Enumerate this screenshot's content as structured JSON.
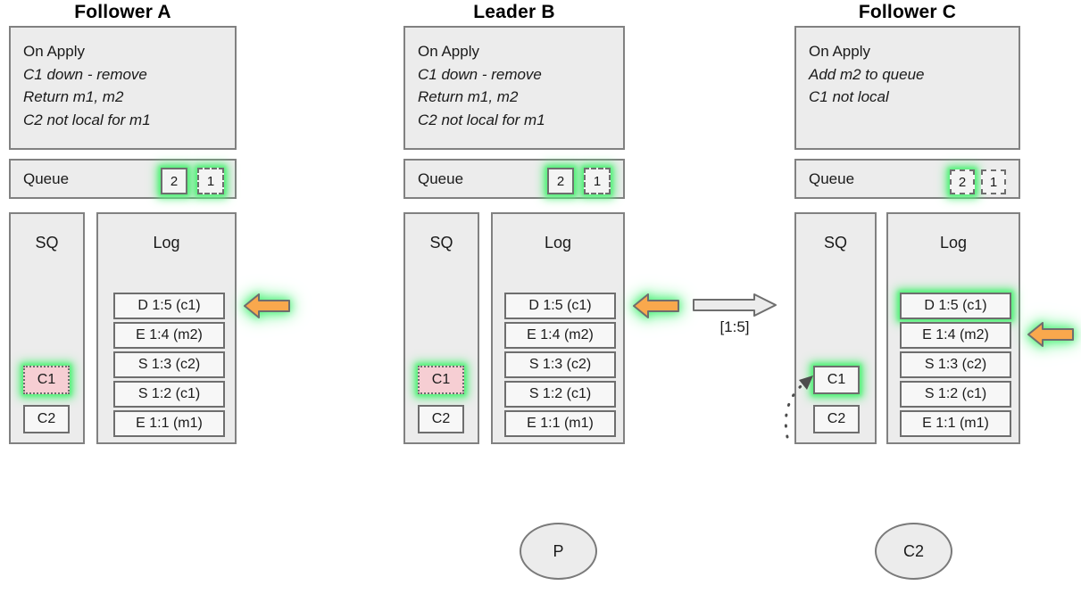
{
  "diagram": {
    "title_hidden": "",
    "edge_label": "[1:5]",
    "colors": {
      "panel_fill": "#ececec",
      "panel_border": "#818181",
      "entry_fill": "#f7f7f7",
      "entry_border": "#6e6e6e",
      "highlight_glow": "#55f07a",
      "pending_fill": "#f6ced3",
      "arrow_orange": "#f9a84d",
      "arrow_outline": "#6e6e6e",
      "arrow_white_fill": "#ececec"
    }
  },
  "columns": [
    {
      "id": "follower-a",
      "title": "Follower A",
      "apply": {
        "heading": "On Apply",
        "lines": [
          "C1 down - remove",
          "Return m1, m2",
          "C2 not local for m1"
        ]
      },
      "queue": {
        "label": "Queue",
        "items": [
          {
            "value": "2",
            "style": "solid",
            "glow": true
          },
          {
            "value": "1",
            "style": "dashed",
            "glow": true
          }
        ]
      },
      "sq": {
        "header": "SQ",
        "items": [
          {
            "value": "C1",
            "style": "pending",
            "glow": true
          },
          {
            "value": "C2",
            "style": "normal",
            "glow": false
          }
        ]
      },
      "log": {
        "header": "Log",
        "entries": [
          {
            "value": "D 1:5 (c1)",
            "glow": false
          },
          {
            "value": "E 1:4 (m2)",
            "glow": false
          },
          {
            "value": "S 1:3 (c2)",
            "glow": false
          },
          {
            "value": "S 1:2 (c1)",
            "glow": false
          },
          {
            "value": "E 1:1 (m1)",
            "glow": false
          }
        ]
      },
      "pointer": {
        "target": "D 1:5 (c1)",
        "color": "orange",
        "glow": true
      }
    },
    {
      "id": "leader-b",
      "title": "Leader B",
      "apply": {
        "heading": "On Apply",
        "lines": [
          "C1 down - remove",
          "Return m1, m2",
          "C2 not local for m1"
        ]
      },
      "queue": {
        "label": "Queue",
        "items": [
          {
            "value": "2",
            "style": "solid",
            "glow": true
          },
          {
            "value": "1",
            "style": "dashed",
            "glow": true
          }
        ]
      },
      "sq": {
        "header": "SQ",
        "items": [
          {
            "value": "C1",
            "style": "pending",
            "glow": true
          },
          {
            "value": "C2",
            "style": "normal",
            "glow": false
          }
        ]
      },
      "log": {
        "header": "Log",
        "entries": [
          {
            "value": "D 1:5 (c1)",
            "glow": false
          },
          {
            "value": "E 1:4 (m2)",
            "glow": false
          },
          {
            "value": "S 1:3 (c2)",
            "glow": false
          },
          {
            "value": "S 1:2 (c1)",
            "glow": false
          },
          {
            "value": "E 1:1 (m1)",
            "glow": false
          }
        ]
      },
      "pointer": {
        "target": "D 1:5 (c1)",
        "color": "orange",
        "glow": true
      }
    },
    {
      "id": "follower-c",
      "title": "Follower C",
      "apply": {
        "heading": "On Apply",
        "lines": [
          "Add m2 to queue",
          "C1 not local"
        ]
      },
      "queue": {
        "label": "Queue",
        "items": [
          {
            "value": "2",
            "style": "dashed",
            "glow": true
          },
          {
            "value": "1",
            "style": "dashed",
            "glow": false
          }
        ]
      },
      "sq": {
        "header": "SQ",
        "items": [
          {
            "value": "C1",
            "style": "normal",
            "glow": true
          },
          {
            "value": "C2",
            "style": "normal",
            "glow": false
          }
        ]
      },
      "log": {
        "header": "Log",
        "entries": [
          {
            "value": "D 1:5 (c1)",
            "glow": true
          },
          {
            "value": "E 1:4 (m2)",
            "glow": false
          },
          {
            "value": "S 1:3 (c2)",
            "glow": false
          },
          {
            "value": "S 1:2 (c1)",
            "glow": false
          },
          {
            "value": "E 1:1 (m1)",
            "glow": false
          }
        ]
      },
      "pointer": {
        "target": "E 1:4 (m2)",
        "color": "orange",
        "glow": true
      }
    }
  ],
  "bottom_nodes": [
    {
      "id": "p",
      "label": "P"
    },
    {
      "id": "c2",
      "label": "C2"
    }
  ]
}
